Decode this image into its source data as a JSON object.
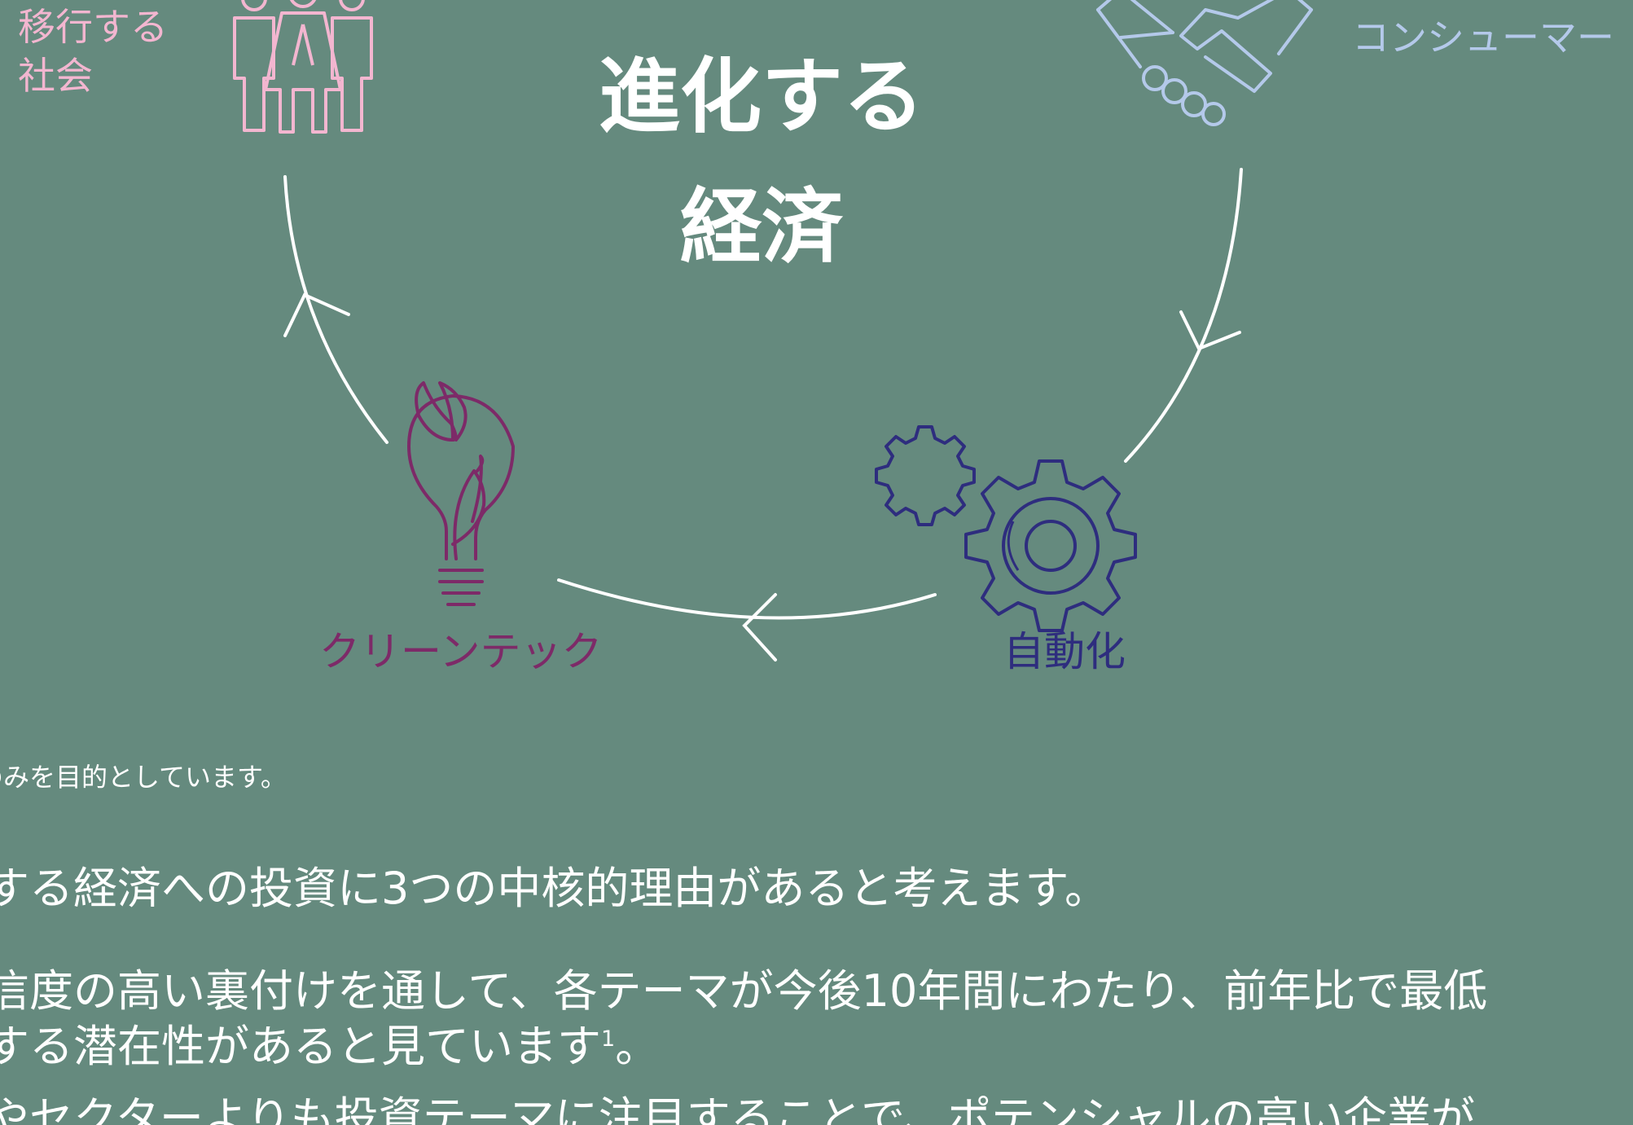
{
  "title": {
    "line1": "進化する",
    "line2": "経済"
  },
  "themes": {
    "society": {
      "line1": "移行する",
      "line2": "社会",
      "icon": "people-icon",
      "color": "#f3b6d0"
    },
    "consumer": {
      "label": "コンシューマー",
      "icon": "handshake-icon",
      "color": "#b4c9ea"
    },
    "cleantech": {
      "label": "クリーンテック",
      "icon": "lightbulb-leaf-icon",
      "color": "#7d2a68"
    },
    "automation": {
      "label": "自動化",
      "icon": "gears-icon",
      "color": "#2e2d7e"
    }
  },
  "note": "のみを目的としています。",
  "body": {
    "line1": "する経済への投資に3つの中核的理由があると考えます。",
    "line2a": "信度の高い裏付けを通して、各テーマが今後10年間にわたり、前年比で最低",
    "line2b": "する潜在性があると見ています",
    "line2b_sup": "1",
    "line2b_end": "。",
    "line3": "やセクターよりも投資テーマに注目することで、ポテンシャルの高い企業が"
  },
  "colors": {
    "background": "#658a7e",
    "arrows": "#ffffff"
  }
}
